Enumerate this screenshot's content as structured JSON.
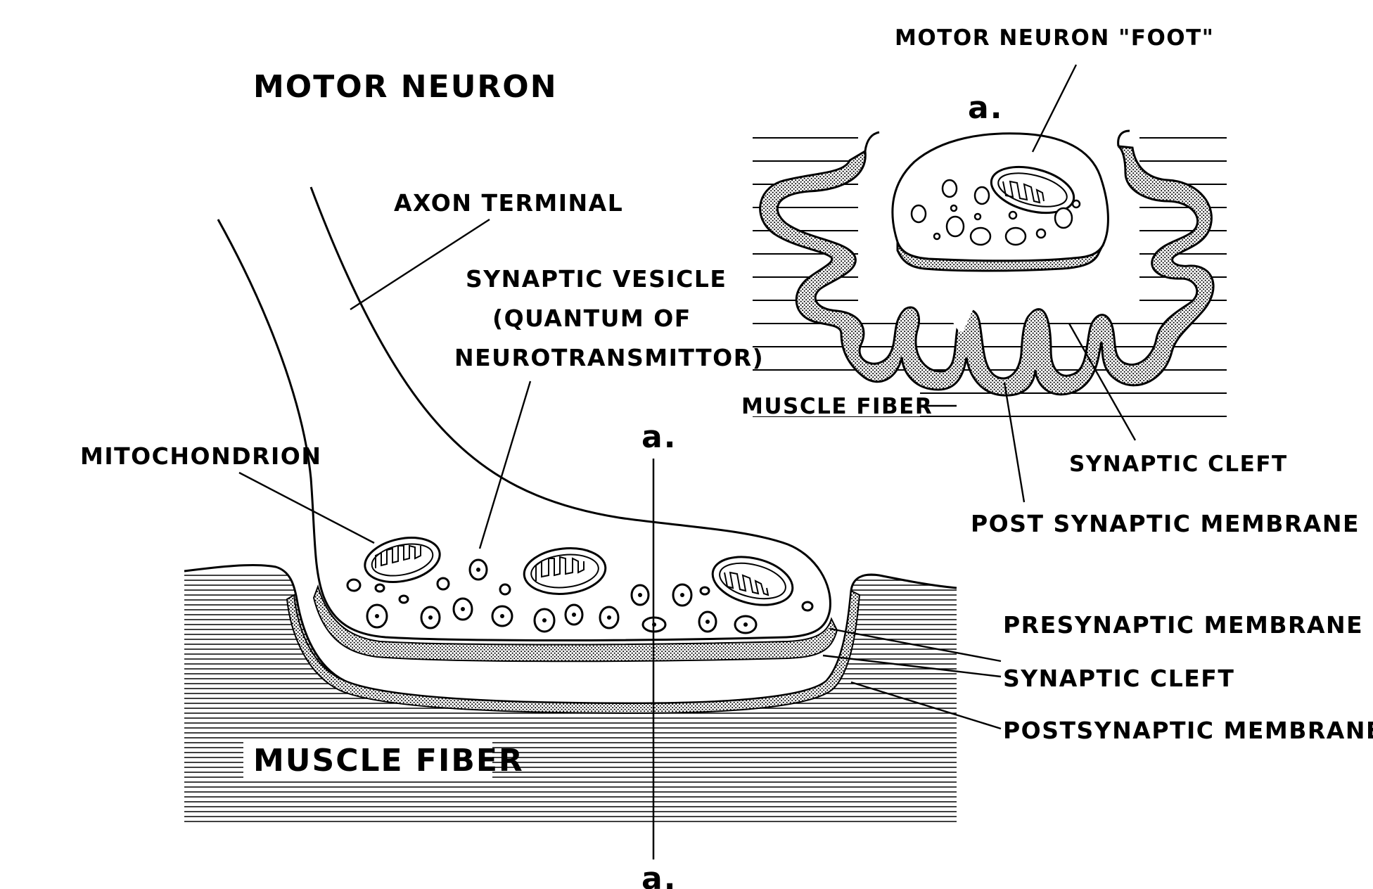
{
  "colors": {
    "ink": "#000000",
    "paper": "#ffffff",
    "stipple": "#b4b4b4"
  },
  "labels": {
    "motor_neuron": "MOTOR NEURON",
    "axon_terminal": "AXON TERMINAL",
    "synaptic_vesicle_line1": "SYNAPTIC VESICLE",
    "synaptic_vesicle_line2": "(QUANTUM OF",
    "synaptic_vesicle_line3": "NEUROTRANSMITTOR)",
    "mitochondrion": "MITOCHONDRION",
    "section_mark_top": "a.",
    "section_mark_bottom": "a.",
    "muscle_fiber_main": "MUSCLE FIBER",
    "presynaptic_membrane": "PRESYNAPTIC MEMBRANE",
    "synaptic_cleft_main": "SYNAPTIC CLEFT",
    "postsynaptic_membrane": "POSTSYNAPTIC MEMBRANE"
  },
  "inset": {
    "motor_neuron_foot": "MOTOR NEURON \"FOOT\"",
    "section_mark": "a.",
    "muscle_fiber": "MUSCLE FIBER",
    "synaptic_cleft": "SYNAPTIC CLEFT",
    "post_synaptic_membrane": "POST SYNAPTIC MEMBRANE"
  }
}
